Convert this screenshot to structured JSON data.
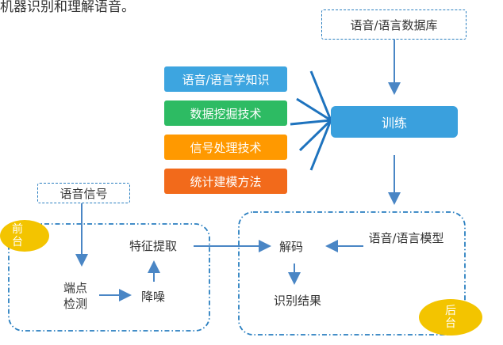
{
  "caption": "机器识别和理解语音。",
  "top_db": "语音/语言数据库",
  "knowledge": [
    {
      "label": "语音/语言学知识",
      "color": "#3da5e0"
    },
    {
      "label": "数据挖掘技术",
      "color": "#2dbb63"
    },
    {
      "label": "信号处理技术",
      "color": "#ff9900"
    },
    {
      "label": "统计建模方法",
      "color": "#f26a1b"
    }
  ],
  "train": "训练",
  "frontend": {
    "badge": "前台",
    "signal": "语音信号",
    "endpoint": "端点检测",
    "denoise": "降噪",
    "feature": "特征提取"
  },
  "backend": {
    "badge": "后台",
    "decode": "解码",
    "model": "语音/语言模型",
    "result": "识别结果"
  },
  "colors": {
    "line": "#2a7fc0",
    "arrow": "#4a86c5",
    "badge": "#f3c400"
  }
}
